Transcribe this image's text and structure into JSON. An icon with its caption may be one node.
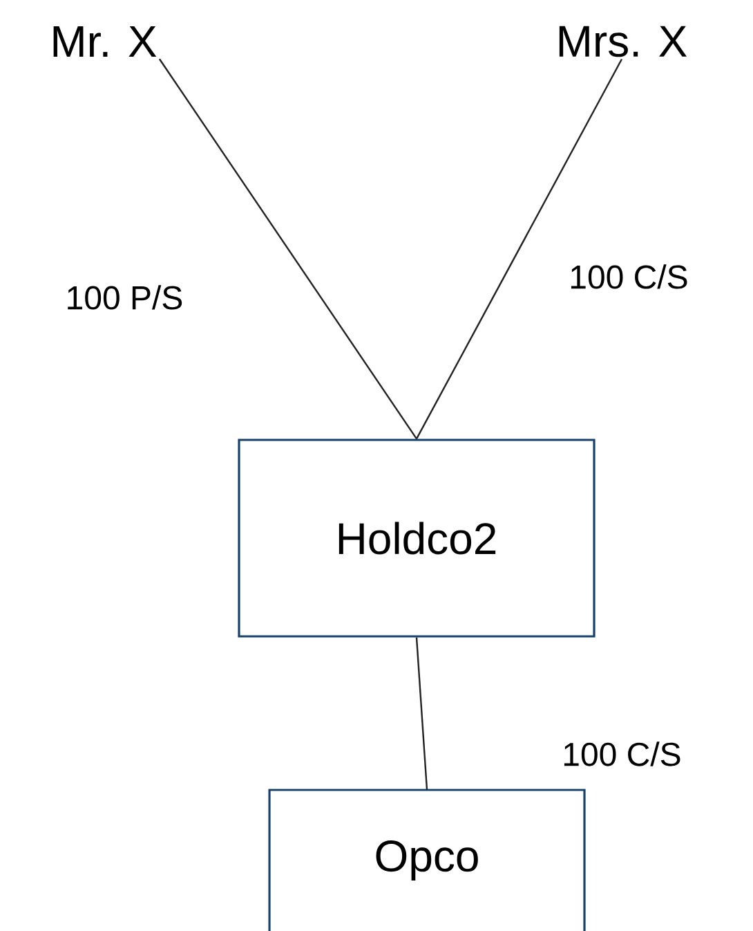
{
  "diagram": {
    "nodes": [
      {
        "text": [
          "Mr. X"
        ]
      },
      {
        "text": [
          "Mrs. X"
        ]
      },
      {
        "text": [
          "Holdco2"
        ]
      },
      {
        "text": [
          "Opco"
        ]
      }
    ],
    "edges": [
      {
        "from": 0,
        "to": 2,
        "arrow": "none",
        "label": "100 P/S"
      },
      {
        "from": 1,
        "to": 2,
        "arrow": "none",
        "label": "100 C/S"
      },
      {
        "from": 2,
        "to": 3,
        "arrow": "none",
        "label": "100 C/S"
      }
    ]
  }
}
